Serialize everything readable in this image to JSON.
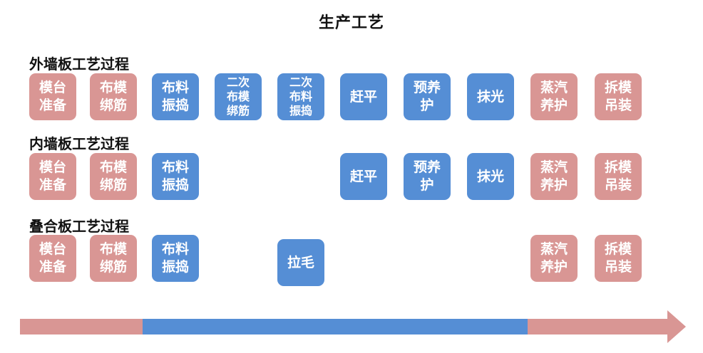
{
  "title": "生产工艺",
  "rows": [
    {
      "label": "外墙板工艺过程",
      "steps": [
        {
          "text": "模台\n准备",
          "color": "pink"
        },
        {
          "text": "布模\n绑筋",
          "color": "pink"
        },
        {
          "text": "布料\n振捣",
          "color": "blue"
        },
        {
          "text": "二次\n布模\n绑筋",
          "color": "blue"
        },
        {
          "text": "二次\n布料\n振捣",
          "color": "blue"
        },
        {
          "text": "赶平",
          "color": "blue"
        },
        {
          "text": "预养\n护",
          "color": "blue"
        },
        {
          "text": "抹光",
          "color": "blue"
        },
        {
          "text": "蒸汽\n养护",
          "color": "pink"
        },
        {
          "text": "拆模\n吊装",
          "color": "pink"
        }
      ]
    },
    {
      "label": "内墙板工艺过程",
      "steps": [
        {
          "text": "模台\n准备",
          "color": "pink"
        },
        {
          "text": "布模\n绑筋",
          "color": "pink"
        },
        {
          "text": "布料\n振捣",
          "color": "blue"
        },
        {
          "text": "赶平",
          "color": "blue"
        },
        {
          "text": "预养\n护",
          "color": "blue"
        },
        {
          "text": "抹光",
          "color": "blue"
        },
        {
          "text": "蒸汽\n养护",
          "color": "pink"
        },
        {
          "text": "拆模\n吊装",
          "color": "pink"
        }
      ]
    },
    {
      "label": "叠合板工艺过程",
      "steps": [
        {
          "text": "模台\n准备",
          "color": "pink"
        },
        {
          "text": "布模\n绑筋",
          "color": "pink"
        },
        {
          "text": "布料\n振捣",
          "color": "blue"
        },
        {
          "text": "拉毛",
          "color": "blue"
        },
        {
          "text": "蒸汽\n养护",
          "color": "pink"
        },
        {
          "text": "拆模\n吊装",
          "color": "pink"
        }
      ]
    }
  ],
  "colors": {
    "pink": "#d99694",
    "blue": "#558ed5"
  }
}
